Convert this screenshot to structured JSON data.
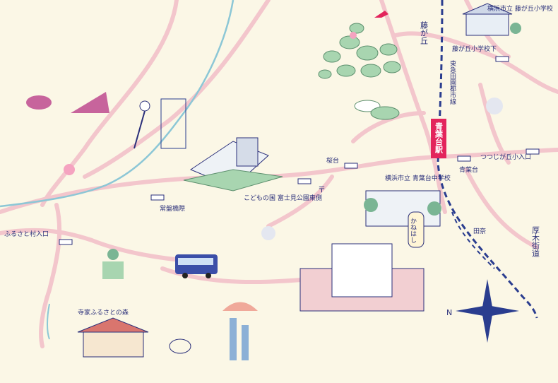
{
  "map": {
    "colors": {
      "background": "#fbf7e6",
      "road": "#f3c6cc",
      "river": "#8cc7d6",
      "rail": "#2a3d8f",
      "ink": "#2a2f7a",
      "station": "#e3245c",
      "green": "#7ab594"
    },
    "labels": {
      "fujigaoka_dir": "藤が丘",
      "denentoshi_line": "東急田園都市線",
      "aoba_station": "青葉台駅",
      "fujigaoka_school": "横浜市立 藤が丘小学校",
      "fujigaoka_school_entrance": "藤が丘小学校下",
      "tsutsujigaoka_entrance": "つつじが丘小入口",
      "aobadai_signal": "青葉台",
      "sakuradai": "桜台",
      "aobadai_jhs": "横浜市立 青葉台中学校",
      "tsurumi_river": "田奈",
      "atsugi_kaido": "厚木街道",
      "joumeiji": "常盤橋際",
      "kodomo_park": "こどもの国 富士見公園東側",
      "furusato_entrance": "ふるさと村入口",
      "furusato_forest": "寺家ふるさとの森",
      "kanban": "かねはし"
    },
    "icons": {
      "compass": "compass-rose-icon",
      "post_office": "post-office-icon",
      "traffic_light": "traffic-light-icon"
    },
    "compass_label": "N"
  }
}
